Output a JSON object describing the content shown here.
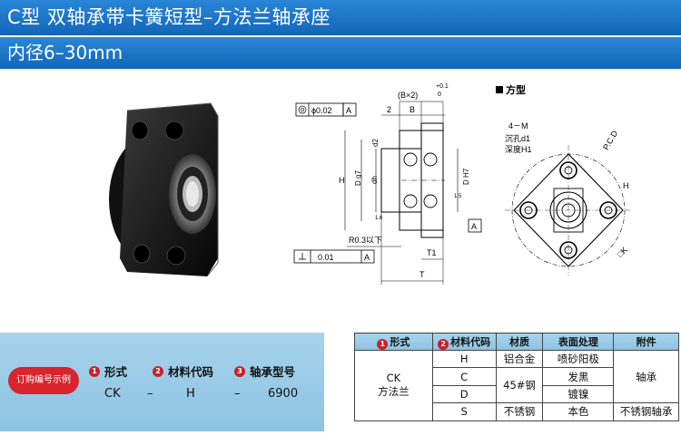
{
  "header": {
    "title": "C型  双轴承带卡簧短型–方法兰轴承座",
    "subtitle": "内径6–30mm"
  },
  "drawing": {
    "tolerance_frame": "ϕ0.02",
    "datum_a": "A",
    "b_x2": "(B×2)",
    "tol_plus": "+0.1",
    "tol_zero": "0",
    "dim_2": "2",
    "dim_b": "B",
    "dim_d2": "d2",
    "dim_h": "H",
    "dim_d_g7": "D g7",
    "dim_dh": "dh",
    "dim_d_h7": "D H7",
    "dim_15": "1.5",
    "dim_16": "1.6",
    "r03": "R0.3以下",
    "perp_tol": "0.01",
    "dim_t1": "T1",
    "dim_t": "T",
    "square_label": "方型",
    "m_label": "4－M",
    "counterbore": "沉孔d1",
    "depth": "深度H1",
    "pcd": "P.C.D",
    "dim_ck": "□K"
  },
  "order": {
    "badge": "订购编号示例",
    "cols": [
      {
        "num": "1",
        "label": "形式",
        "value": "CK"
      },
      {
        "num": "2",
        "label": "材料代码",
        "value": "H"
      },
      {
        "num": "3",
        "label": "轴承型号",
        "value": "6900"
      }
    ],
    "sep": "–"
  },
  "spec_table": {
    "headers": {
      "h1_num": "1",
      "h1": "形式",
      "h2_num": "2",
      "h2": "材料代码",
      "h3": "材质",
      "h4": "表面处理",
      "h5": "附件"
    },
    "form": "CK",
    "form2": "方法兰",
    "rows": [
      {
        "code": "H",
        "material": "铝合金",
        "finish": "喷砂阳极"
      },
      {
        "code": "C",
        "material": "45#钢",
        "finish": "发黑"
      },
      {
        "code": "D",
        "finish": "镀镍"
      },
      {
        "code": "S",
        "material": "不锈钢",
        "finish": "本色",
        "attach": "不锈钢轴承"
      }
    ],
    "attach_main": "轴承"
  }
}
